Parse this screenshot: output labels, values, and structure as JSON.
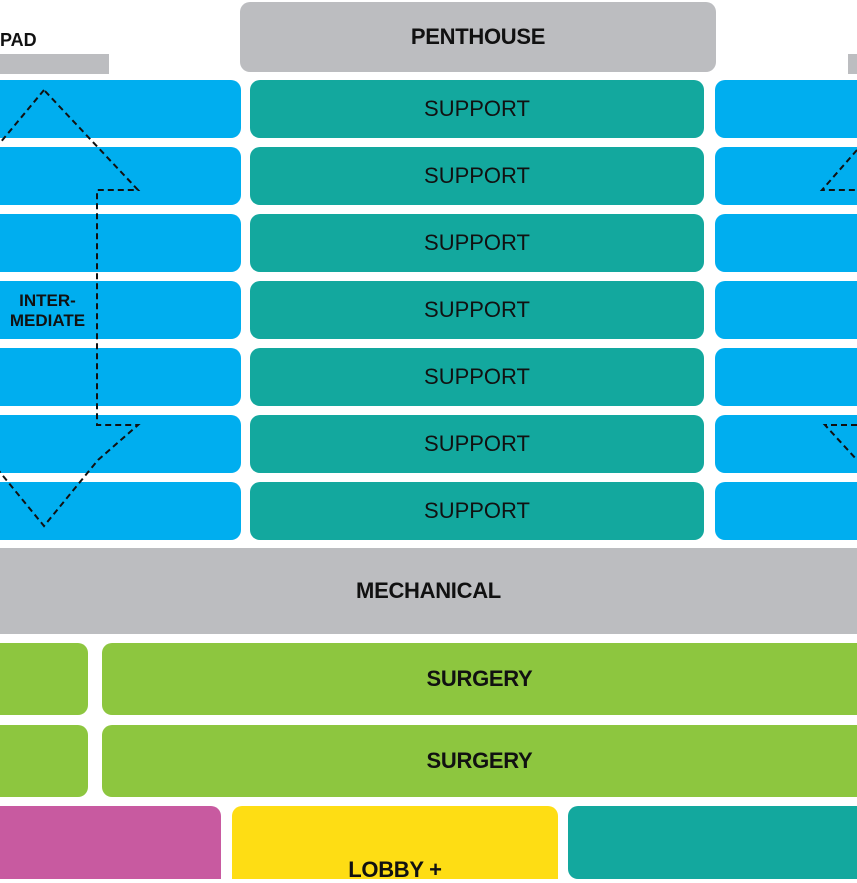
{
  "helipad_label": "PAD",
  "penthouse_label": "PENTHOUSE",
  "support_rows": [
    "SUPPORT",
    "SUPPORT",
    "SUPPORT",
    "SUPPORT",
    "SUPPORT",
    "SUPPORT",
    "SUPPORT"
  ],
  "intermediate_label": [
    "INTER-",
    "MEDIATE"
  ],
  "mechanical_label": "MECHANICAL",
  "surgery_rows": [
    "SURGERY",
    "SURGERY"
  ],
  "lobby_label": "LOBBY +",
  "colors": {
    "gray": "#bcbdc0",
    "blue": "#00aeef",
    "teal": "#13a89e",
    "green": "#8dc63f",
    "magenta": "#c85aa0",
    "yellow": "#fedd14"
  }
}
